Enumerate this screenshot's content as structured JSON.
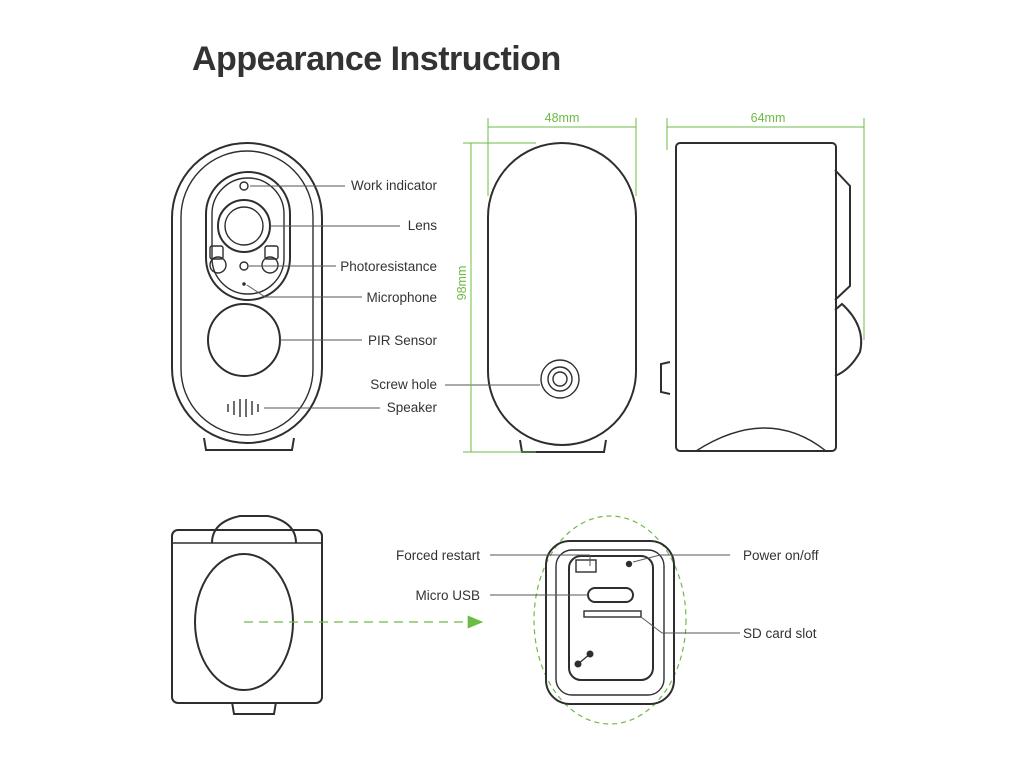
{
  "title": "Appearance Instruction",
  "colors": {
    "dimension": "#6cbb45",
    "outline": "#2e2e2e",
    "label": "#333333"
  },
  "front_labels": {
    "work_indicator": "Work indicator",
    "lens": "Lens",
    "photoresistance": "Photoresistance",
    "microphone": "Microphone",
    "pir_sensor": "PIR Sensor",
    "screw_hole": "Screw hole",
    "speaker": "Speaker"
  },
  "dimensions": {
    "width": "48mm",
    "depth": "64mm",
    "height": "98mm"
  },
  "bottom_labels": {
    "forced_restart": "Forced restart",
    "micro_usb": "Micro USB",
    "power": "Power on/off",
    "sd_card": "SD card slot"
  }
}
